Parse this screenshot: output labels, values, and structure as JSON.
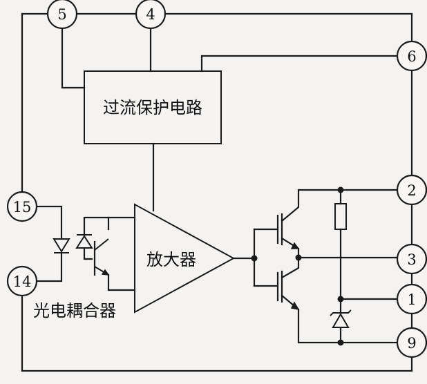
{
  "blocks": {
    "overcurrent_protection": "过流保护电路",
    "amplifier": "放大器",
    "optocoupler": "光电耦合器"
  },
  "pins": {
    "p5": "5",
    "p4": "4",
    "p6": "6",
    "p15": "15",
    "p14": "14",
    "p2": "2",
    "p3": "3",
    "p1": "1",
    "p9": "9"
  }
}
